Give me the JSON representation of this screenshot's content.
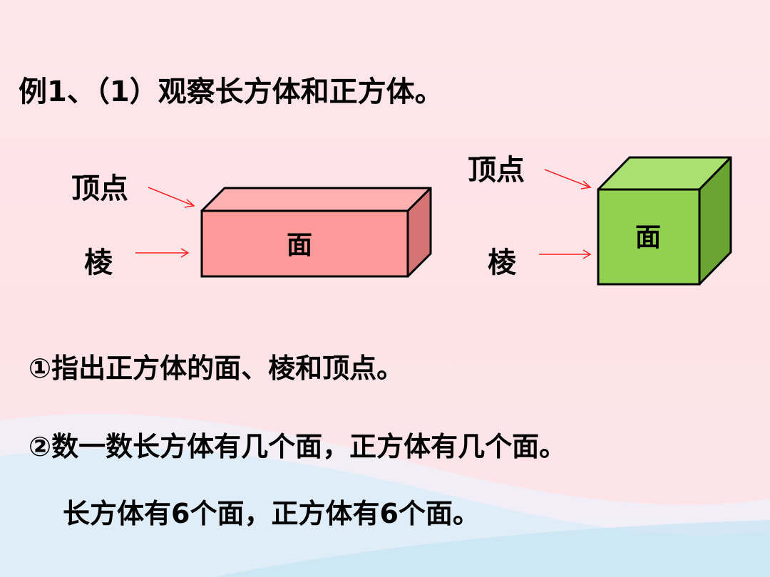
{
  "title": "例1、（1）观察长方体和正方体。",
  "cuboid": {
    "vertex_label": "顶点",
    "edge_label": "棱",
    "face_label": "面",
    "front_color": "#ff9a9a",
    "top_color": "#ffb0b0",
    "side_color": "#d47474"
  },
  "cube": {
    "vertex_label": "顶点",
    "edge_label": "棱",
    "face_label": "面",
    "front_color": "#92d050",
    "top_color": "#a9e070",
    "side_color": "#6aa433"
  },
  "arrow_color": "#ff2020",
  "questions": {
    "q1": "①指出正方体的面、棱和顶点。",
    "q2": "②数一数长方体有几个面，正方体有几个面。",
    "answer": "长方体有6个面，正方体有6个面。"
  }
}
